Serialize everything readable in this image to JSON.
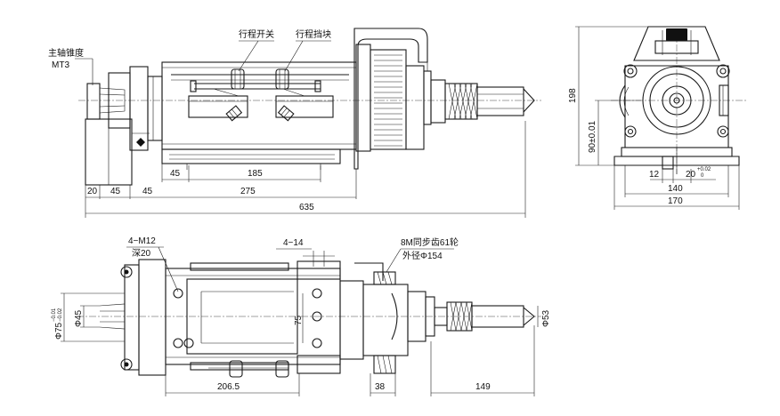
{
  "drawing": {
    "front_view": {
      "labels": {
        "spindle_taper": "主轴锥度",
        "spindle_taper_value": "MT3",
        "travel_switch": "行程开关",
        "travel_stop": "行程挡块"
      },
      "dims": {
        "d45_top": "45",
        "d185": "185",
        "d20": "20",
        "d45_a": "45",
        "d45_b": "45",
        "d275": "275",
        "d635": "635"
      }
    },
    "side_view": {
      "dims": {
        "d198": "198",
        "d90": "90±0.01",
        "d12": "12",
        "d20": "20",
        "d20_tol_upper": "+0.02",
        "d20_tol_lower": "0",
        "d140": "140",
        "d170": "170"
      }
    },
    "top_view": {
      "labels": {
        "thread": "4−M12",
        "thread_depth": "深20",
        "holes": "4−14",
        "pulley": "8M同步齿61轮",
        "pulley_od": "外径Φ154"
      },
      "dims": {
        "d75_dia": "Φ75",
        "d75_tol_upper": "−0.01",
        "d75_tol_lower": "−0.02",
        "d45_dia": "Φ45",
        "d75": "75",
        "d53_dia": "Φ53",
        "d206_5": "206.5",
        "d38": "38",
        "d149": "149"
      }
    }
  }
}
